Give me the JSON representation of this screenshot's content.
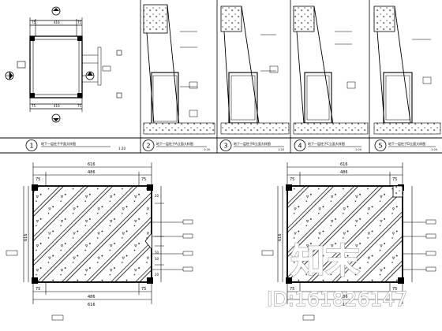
{
  "top_dims": [
    "75",
    "416",
    "75",
    "75",
    "416",
    "75"
  ],
  "plan_dims": [
    "75",
    "486",
    "75",
    "75",
    "486",
    "75"
  ],
  "plan_side_dims": [
    "616",
    "616"
  ],
  "detail_labels": [
    {
      "num": "1",
      "title": "地下一层柱子平面大样图",
      "scale": "1:20"
    },
    {
      "num": "2",
      "title": "地下一层柱子A立面大样图",
      "scale": "1:20"
    },
    {
      "num": "3",
      "title": "地下一层柱子B立面大样图",
      "scale": "1:20"
    },
    {
      "num": "4",
      "title": "地下一层柱子C立面大样图",
      "scale": "1:20"
    },
    {
      "num": "5",
      "title": "地下一层柱子D立面大样图",
      "scale": "1:20"
    }
  ],
  "left_plan_side_labels": [
    "20",
    "50",
    "50",
    "20"
  ],
  "watermark": {
    "brand": "知末",
    "id": "ID:161826147"
  }
}
